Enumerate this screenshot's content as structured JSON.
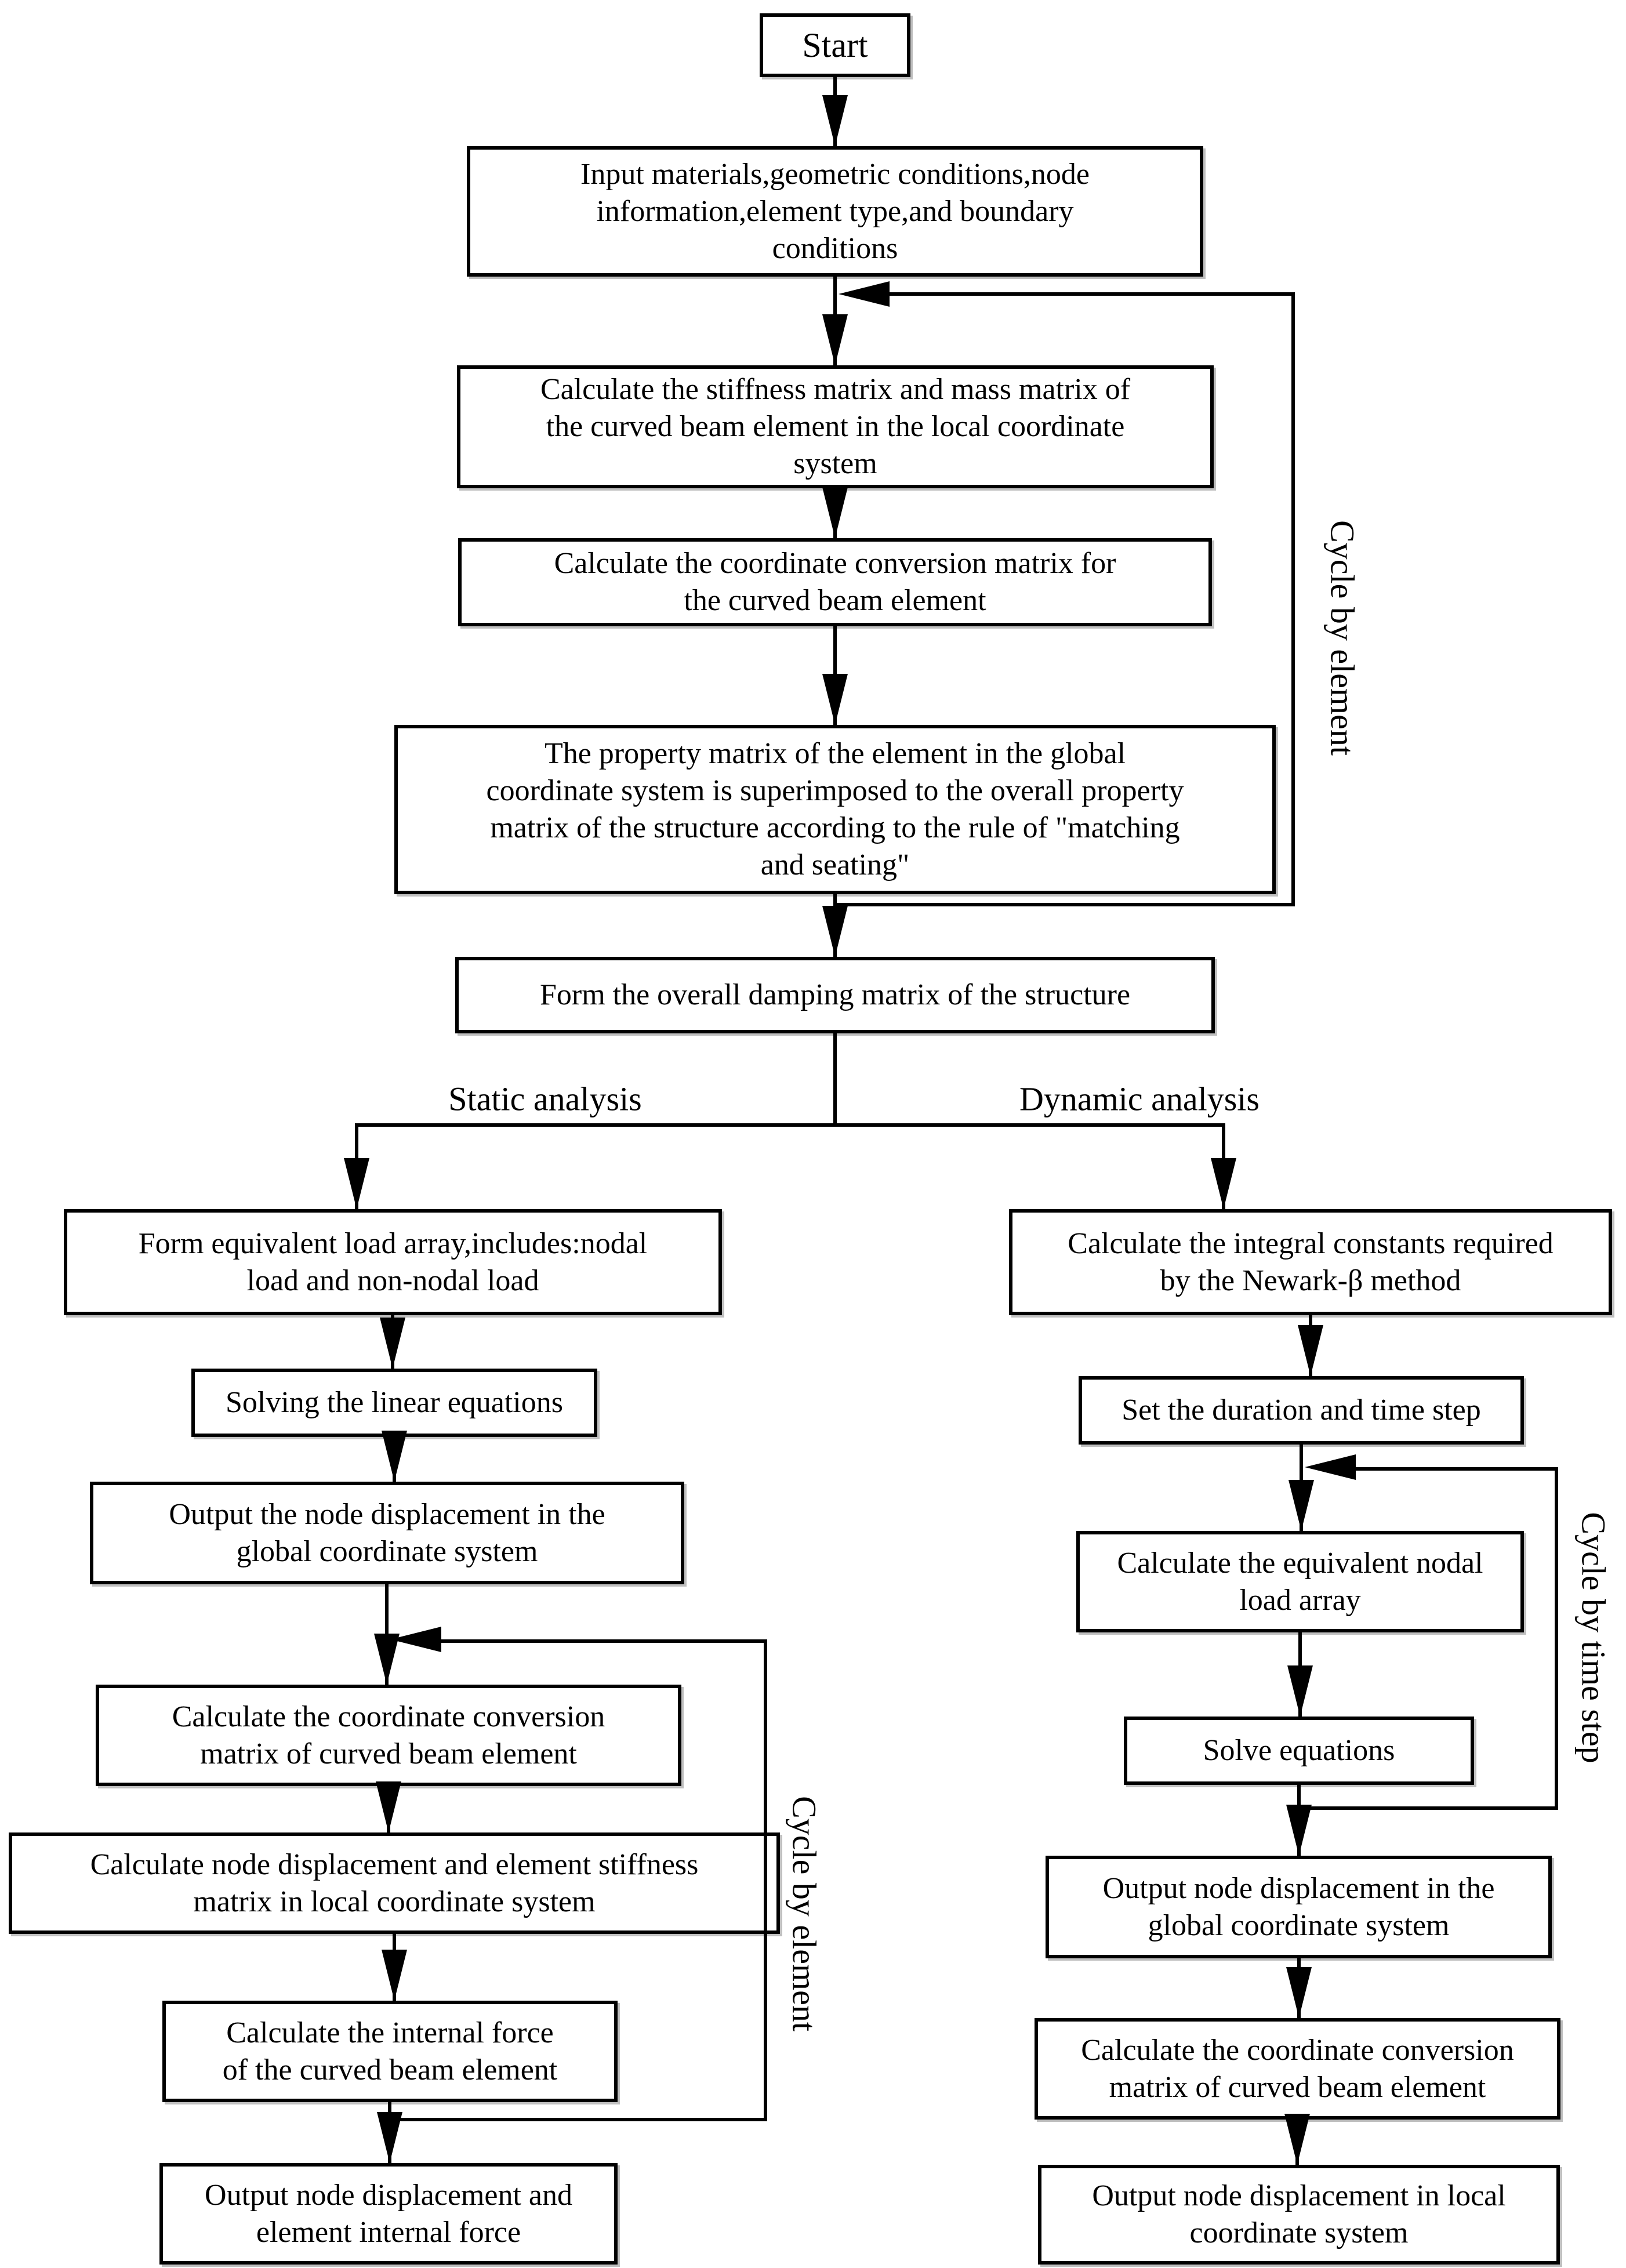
{
  "figure": {
    "background": "#ffffff",
    "line_color": "#000000",
    "text_color": "#000000"
  },
  "nodes": {
    "start": {
      "lines": [
        "Start"
      ]
    },
    "input": {
      "lines": [
        "Input materials,geometric conditions,node",
        "information,element type,and boundary",
        "conditions"
      ]
    },
    "stiffness_mass": {
      "lines": [
        "Calculate the stiffness matrix and mass matrix of",
        "the curved beam element in the local coordinate",
        "system"
      ]
    },
    "coord_conversion_top": {
      "lines": [
        "Calculate the coordinate conversion matrix for",
        "the curved beam element"
      ]
    },
    "property_matrix": {
      "lines": [
        "The property matrix of the element in the global",
        "coordinate system is superimposed to the overall property",
        "matrix of the structure according to the rule of \"matching",
        "and seating\""
      ]
    },
    "damping_matrix": {
      "lines": [
        "Form the overall damping matrix of the structure"
      ]
    },
    "load_array": {
      "lines": [
        "Form equivalent load array,includes:nodal",
        "load and non-nodal load"
      ]
    },
    "solve_linear": {
      "lines": [
        "Solving the linear equations"
      ]
    },
    "output_global_static": {
      "lines": [
        "Output the node displacement in the",
        "global coordinate system"
      ]
    },
    "coord_conversion_static": {
      "lines": [
        "Calculate the coordinate conversion",
        "matrix of curved beam element"
      ]
    },
    "node_disp_stiffness": {
      "lines": [
        "Calculate node displacement and element stiffness",
        "matrix in local coordinate system"
      ]
    },
    "internal_force": {
      "lines": [
        "Calculate the internal force",
        "of the curved beam element"
      ]
    },
    "output_final_static": {
      "lines": [
        "Output node displacement and",
        "element internal force"
      ]
    },
    "integral_constants": {
      "lines": [
        "Calculate the integral constants required",
        "by the Newark-β method"
      ]
    },
    "duration_time_step": {
      "lines": [
        "Set the duration and time step"
      ]
    },
    "equivalent_nodal_load": {
      "lines": [
        "Calculate the equivalent nodal",
        "load array"
      ]
    },
    "solve_equations": {
      "lines": [
        "Solve equations"
      ]
    },
    "output_global_dynamic": {
      "lines": [
        "Output node displacement in the",
        "global coordinate system"
      ]
    },
    "coord_conversion_dynamic": {
      "lines": [
        "Calculate the coordinate conversion",
        "matrix of curved beam element"
      ]
    },
    "output_local_dynamic": {
      "lines": [
        "Output node displacement in local",
        "coordinate system"
      ]
    }
  },
  "branch_labels": {
    "static": "Static analysis",
    "dynamic": "Dynamic analysis"
  },
  "loop_labels": {
    "cycle_by_element_top": "Cycle by element",
    "cycle_by_element_left": "Cycle by element",
    "cycle_by_time_step": "Cycle by time step"
  }
}
